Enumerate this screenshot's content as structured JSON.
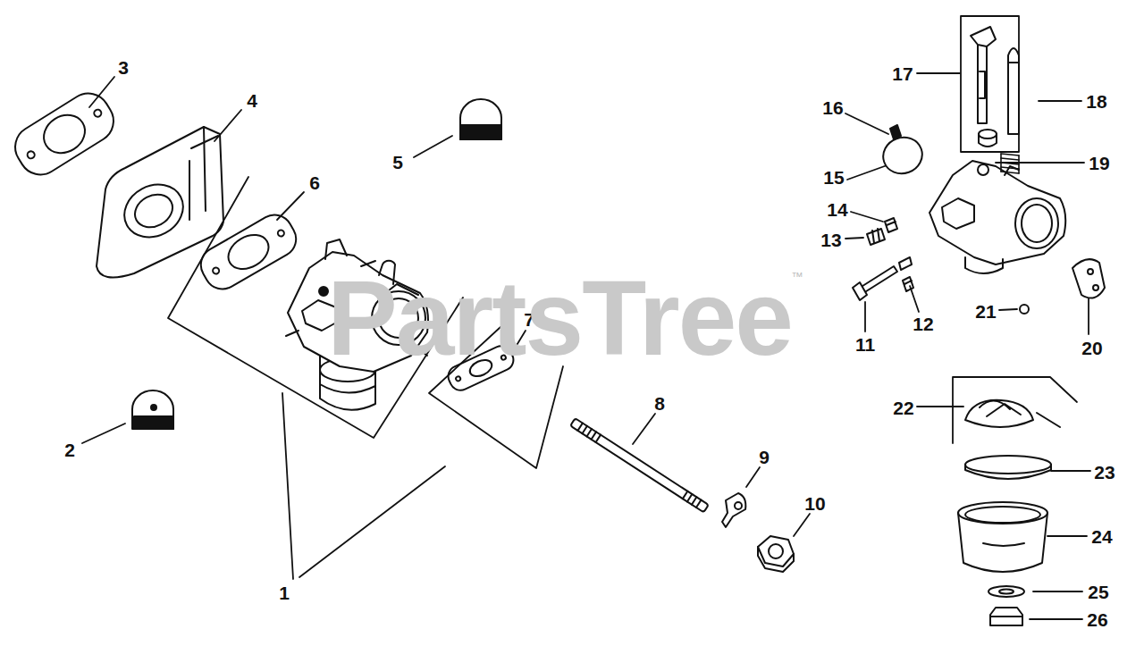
{
  "diagram": {
    "labels": [
      "1",
      "2",
      "3",
      "4",
      "5",
      "6",
      "7",
      "8",
      "9",
      "10",
      "11",
      "12",
      "13",
      "14",
      "15",
      "16",
      "17",
      "18",
      "19",
      "20",
      "21",
      "22",
      "23",
      "24",
      "25",
      "26",
      "PartsTree",
      "™"
    ]
  }
}
